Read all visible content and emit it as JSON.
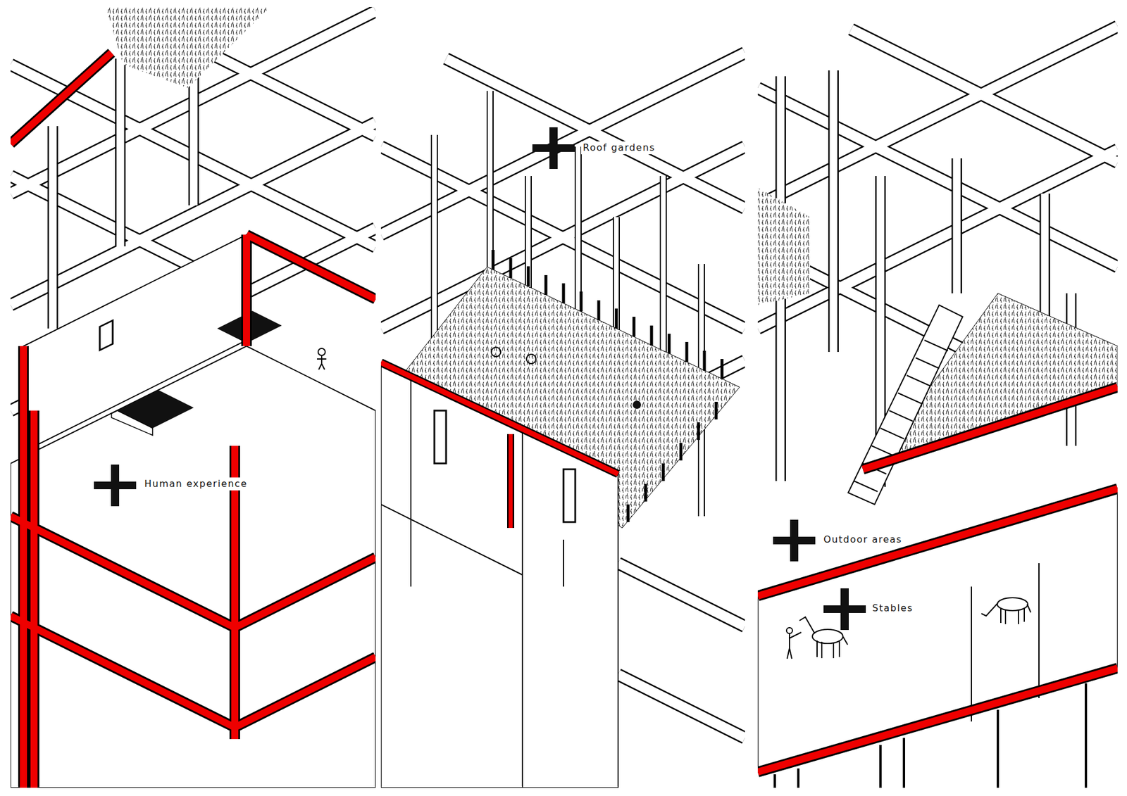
{
  "diagram": {
    "labels": [
      "Human experience",
      "Roof gardens",
      "Outdoor areas",
      "Stables"
    ]
  }
}
